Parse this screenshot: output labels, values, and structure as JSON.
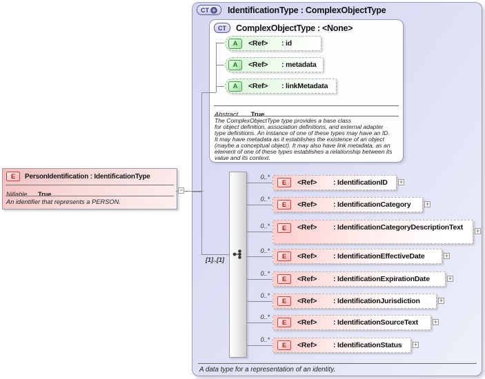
{
  "icons": {
    "expand": "+",
    "collapse": "−"
  },
  "colors": {
    "element-border": "#c24b4b",
    "attribute-border": "#4a9a4a",
    "badge-ct-border": "#5c5c94",
    "line": "#8a8a96"
  },
  "person_box": {
    "badge": "E",
    "title": "PersonIdentification : IdentificationType",
    "nillable_label": "Nillable",
    "nillable_value": "True",
    "annotation": "An identifier that represents a PERSON."
  },
  "type_box": {
    "badge": "CT",
    "title": "IdentificationType : ComplexObjectType",
    "annotation": "A data type for a representation of an identity.",
    "base": {
      "badge": "CT",
      "title": "ComplexObjectType : <None>",
      "attributes": [
        {
          "badge": "A",
          "ref": "<Ref>",
          "display_name": ": id"
        },
        {
          "badge": "A",
          "ref": "<Ref>",
          "display_name": ": metadata"
        },
        {
          "badge": "A",
          "ref": "<Ref>",
          "display_name": ": linkMetadata"
        }
      ],
      "abstract_label": "Abstract",
      "abstract_value": "True",
      "annotation_lines": [
        "The ComplexObjectType type provides a base class",
        "for object definition, association definitions, and external adapter",
        "type definitions. An instance of one of these types may have an ID.",
        "It may have metadata as it establishes the existence of an object",
        "(maybe a conceptual object). It may also have link metadata, as an",
        "element of one of these types establishes a relationship between its",
        "value and its context."
      ]
    },
    "sequence": {
      "cardinality": "[1]..[1]"
    },
    "elements": [
      {
        "badge": "E",
        "cardinality": "0..*",
        "ref": "<Ref>",
        "display_name": ": IdentificationID"
      },
      {
        "badge": "E",
        "cardinality": "0..*",
        "ref": "<Ref>",
        "display_name": ": IdentificationCategory"
      },
      {
        "badge": "E",
        "cardinality": "0..*",
        "ref": "<Ref>",
        "display_name": ": IdentificationCategoryDescriptionText"
      },
      {
        "badge": "E",
        "cardinality": "0..*",
        "ref": "<Ref>",
        "display_name": ": IdentificationEffectiveDate"
      },
      {
        "badge": "E",
        "cardinality": "0..*",
        "ref": "<Ref>",
        "display_name": ": IdentificationExpirationDate"
      },
      {
        "badge": "E",
        "cardinality": "0..*",
        "ref": "<Ref>",
        "display_name": ": IdentificationJurisdiction"
      },
      {
        "badge": "E",
        "cardinality": "0..*",
        "ref": "<Ref>",
        "display_name": ": IdentificationSourceText"
      },
      {
        "badge": "E",
        "cardinality": "0..*",
        "ref": "<Ref>",
        "display_name": ": IdentificationStatus"
      }
    ]
  }
}
